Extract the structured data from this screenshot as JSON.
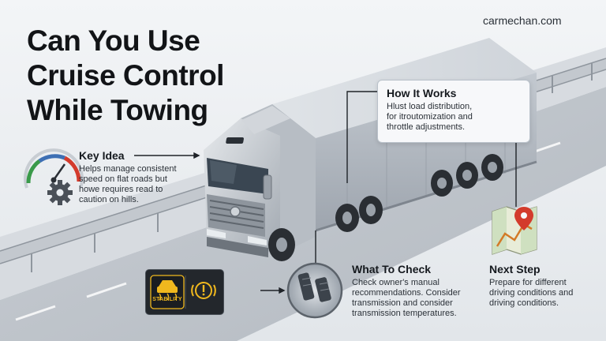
{
  "title": "Can You Use Cruise Control While Towing",
  "site": "carmechan.com",
  "key_idea": {
    "heading": "Key Idea",
    "lines": [
      "Helps manage consistent",
      "speed on flat roads but",
      "howe requires read to",
      "caution on hills."
    ]
  },
  "how_it_works": {
    "heading": "How It Works",
    "lines": [
      "Hlust load distribution,",
      "for itroutomization and",
      "throttle adjustments."
    ]
  },
  "what_to_check": {
    "heading": "What To Check",
    "lines": [
      "Check owner's manual",
      "recommendations. Consider",
      "transmission and consider",
      "transmission temperatures."
    ]
  },
  "next_step": {
    "heading": "Next Step",
    "lines": [
      "Prepare for different",
      "driving conditions and",
      "driving conditions."
    ]
  },
  "dashboard": {
    "stability_label": "STABILITY"
  },
  "colors": {
    "warning": "#f0b81e",
    "gauge_green": "#3a9a4a",
    "gauge_red": "#d33b2c",
    "gauge_blue": "#3d6fb4"
  },
  "icons": [
    "speedometer-icon",
    "gear-icon",
    "stability-control-icon",
    "brake-warning-icon",
    "pedals-icon",
    "map-route-icon",
    "location-pin-icon"
  ]
}
